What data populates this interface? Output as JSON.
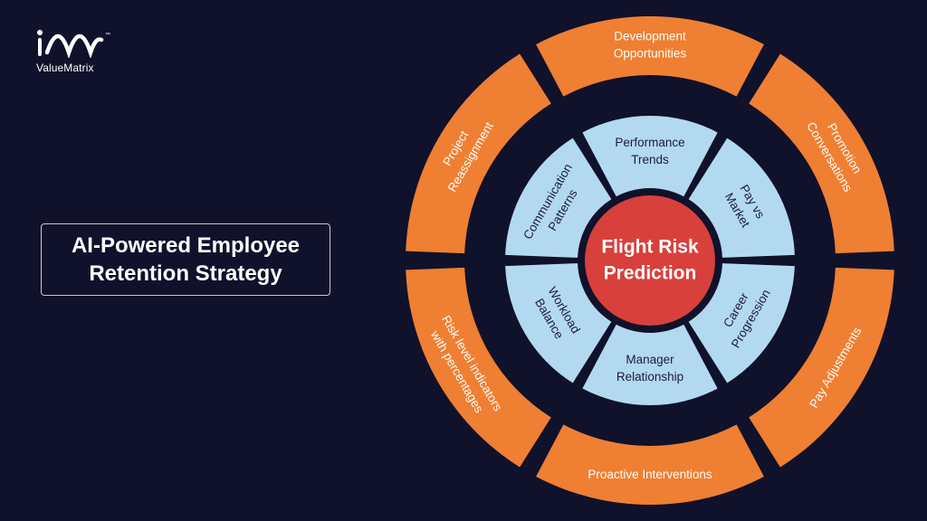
{
  "brand": {
    "name": "ValueMatrix",
    "logo_icon": "wave-logo-icon",
    "trademark": "™"
  },
  "title": {
    "line1": "AI-Powered Employee",
    "line2": "Retention Strategy"
  },
  "center": {
    "line1": "Flight Risk",
    "line2": "Prediction"
  },
  "inner_ring": [
    {
      "line1": "Performance",
      "line2": "Trends"
    },
    {
      "line1": "Pay vs",
      "line2": "Market"
    },
    {
      "line1": "Career",
      "line2": "Progression"
    },
    {
      "line1": "Manager",
      "line2": "Relationship"
    },
    {
      "line1": "Workload",
      "line2": "Balance"
    },
    {
      "line1": "Communication",
      "line2": "Patterns"
    }
  ],
  "outer_ring": [
    {
      "line1": "Development",
      "line2": "Opportunities"
    },
    {
      "line1": "Promotion",
      "line2": "Conversations"
    },
    {
      "line1": "Pay Adjustments",
      "line2": ""
    },
    {
      "line1": "Proactive Interventions",
      "line2": ""
    },
    {
      "line1": "Risk level indicators",
      "line2": "with percentages"
    },
    {
      "line1": "Project",
      "line2": "Reassignment"
    }
  ],
  "colors": {
    "background": "#10112b",
    "outer_ring": "#ef7f32",
    "inner_ring": "#b3d9f0",
    "center": "#d8403c",
    "gap": "#10112b"
  }
}
